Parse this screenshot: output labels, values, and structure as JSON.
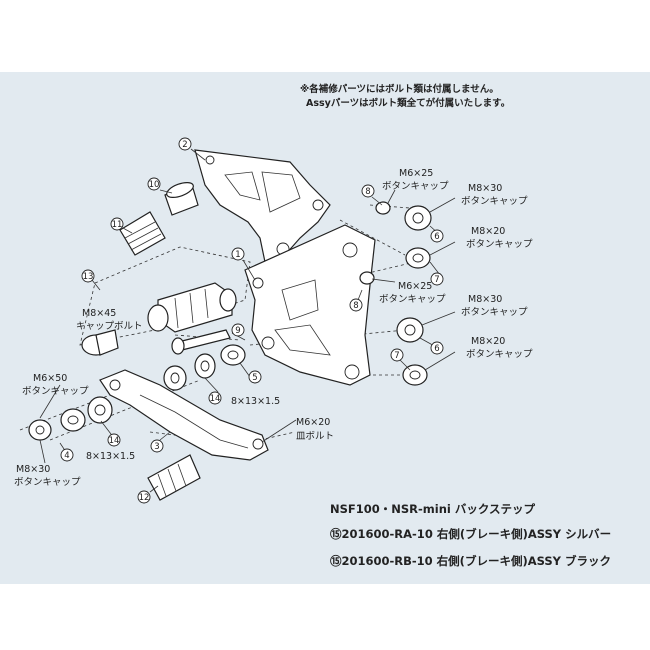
{
  "notes": {
    "line1": "※各補修パーツにはボルト類は付属しません。",
    "line2": "Assyパーツはボルト類全てが付属いたします。"
  },
  "labels": {
    "m6x25_top": "M6×25",
    "button_cap_a": "ボタンキャップ",
    "m8x30_top": "M8×30",
    "button_cap_b": "ボタンキャップ",
    "m8x20_top": "M8×20",
    "button_cap_c": "ボタンキャップ",
    "m6x25_mid": "M6×25",
    "button_cap_d": "ボタンキャップ",
    "m8x45": "M8×45",
    "cap_bolt": "キャップボルト",
    "m8x30_mid": "M8×30",
    "button_cap_e": "ボタンキャップ",
    "m8x20_mid": "M8×20",
    "button_cap_f": "ボタンキャップ",
    "m6x50": "M6×50",
    "button_cap_g": "ボタンキャップ",
    "spacer_a": "8×13×1.5",
    "spacer_b": "8×13×1.5",
    "m6x20": "M6×20",
    "flat_bolt": "皿ボルト",
    "m8x30_bottom": "M8×30",
    "button_cap_h": "ボタンキャップ"
  },
  "callouts": {
    "c1": "1",
    "c2": "2",
    "c3": "3",
    "c4": "4",
    "c5": "5",
    "c6a": "6",
    "c6b": "6",
    "c7a": "7",
    "c7b": "7",
    "c8a": "8",
    "c8b": "8",
    "c9": "9",
    "c10": "10",
    "c11": "11",
    "c12": "12",
    "c13": "13",
    "c14a": "14",
    "c14b": "14"
  },
  "footer": {
    "title": "NSF100・NSR-mini バックステップ",
    "line1": "⑮201600-RA-10 右側(ブレーキ側)ASSY シルバー",
    "line2": "⑮201600-RB-10 右側(ブレーキ側)ASSY ブラック"
  },
  "colors": {
    "background": "#e2eaf0",
    "line": "#222222"
  }
}
